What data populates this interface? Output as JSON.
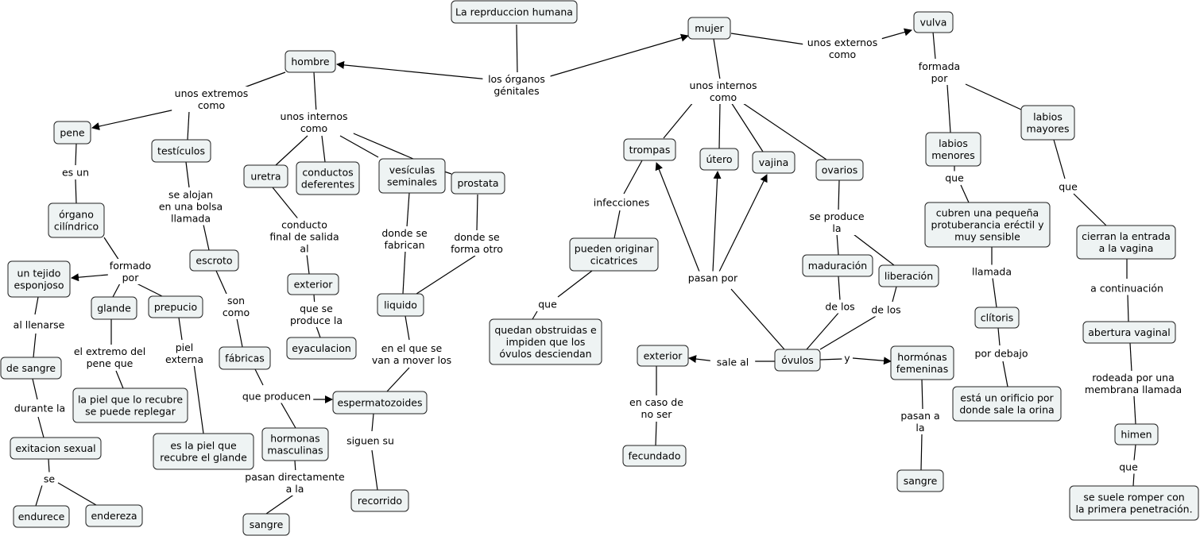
{
  "title": "La reprduccion humana",
  "concepts": {
    "root": "La reprduccion humana",
    "hombre": "hombre",
    "mujer": "mujer",
    "vulva": "vulva",
    "pene": "pene",
    "testiculos": "testículos",
    "organo": "órgano\ncilíndrico",
    "tejido": "un tejido\nesponjoso",
    "glande": "glande",
    "prepucio": "prepucio",
    "de_sangre": "de sangre",
    "exitacion": "exitacion sexual",
    "endurece": "endurece",
    "endereza": "endereza",
    "piel_recubre": "la piel que lo recubre\nse puede replegar",
    "piel_glande": "es la piel que\nrecubre el glande",
    "escroto": "escroto",
    "fabricas": "fábricas",
    "hormonas_masc": "hormonas\nmasculinas",
    "sangre1": "sangre",
    "uretra": "uretra",
    "conductos": "conductos\ndeferentes",
    "vesiculas": "vesículas\nseminales",
    "prostata": "prostata",
    "exterior1": "exterior",
    "eyaculacion": "eyaculacion",
    "liquido": "liquido",
    "espermatozoides": "espermatozoides",
    "recorrido": "recorrido",
    "trompas": "trompas",
    "utero": "útero",
    "vajina": "vajina",
    "ovarios": "ovarios",
    "cicatrices": "pueden originar\ncicatrices",
    "obstruidas": "quedan obstruidas e\nimpiden que los\nóvulos desciendan",
    "maduracion": "maduración",
    "liberacion": "liberación",
    "ovulos": "óvulos",
    "exterior2": "exterior",
    "fecundado": "fecundado",
    "hormonas_fem": "hormónas\nfemeninas",
    "sangre2": "sangre",
    "labios_menores": "labios\nmenores",
    "labios_mayores": "labios\nmayores",
    "cubren": "cubren una pequeña\nprotuberancia eréctil y\nmuy sensible",
    "clitoris": "clítoris",
    "orificio": "está un orificio por\ndonde sale la orina",
    "cierran": "cierran la entrada\na la vagina",
    "abertura": "abertura vaginal",
    "himen": "himen",
    "rompe": "se suele romper con\nla primera penetración."
  },
  "links": {
    "organos": "los órganos\ngénitales",
    "externos_h": "unos extremos\ncomo",
    "internos_h": "unos internos\ncomo",
    "es_un": "es un",
    "formado_por": "formado\npor",
    "al_llenarse": "al llenarse",
    "durante_la": "durante la",
    "se": "se",
    "extremo": "el extremo del\npene que",
    "piel_externa": "piel\nexterna",
    "se_alojan": "se alojan\nen una bolsa\nllamada",
    "son_como": "son\ncomo",
    "que_producen": "que producen",
    "pasan_directamente": "pasan directamente\na la",
    "conducto": "conducto\nfinal de salida\nal",
    "que_se_produce": "que se\nproduce la",
    "donde_fabrican": "donde se\nfabrican",
    "donde_forma": "donde se\nforma otro",
    "en_el_que": "en el que se\nvan a mover los",
    "siguen_su": "siguen su",
    "internos_m": "unos internos\ncomo",
    "externos_m": "unos externos\ncomo",
    "infecciones": "infecciones",
    "que1": "que",
    "se_produce_la": "se produce\nla",
    "pasan_por": "pasan por",
    "de_los1": "de los",
    "de_los2": "de los",
    "sale_al": "sale al",
    "en_caso": "en caso de\nno ser",
    "y": "y",
    "pasan_a_la": "pasan a\nla",
    "formada_por": "formada\npor",
    "que2": "que",
    "llamada": "llamada",
    "por_debajo": "por debajo",
    "que3": "que",
    "a_continuacion": "a continuación",
    "rodeada": "rodeada por una\nmembrana llamada",
    "que4": "que"
  }
}
